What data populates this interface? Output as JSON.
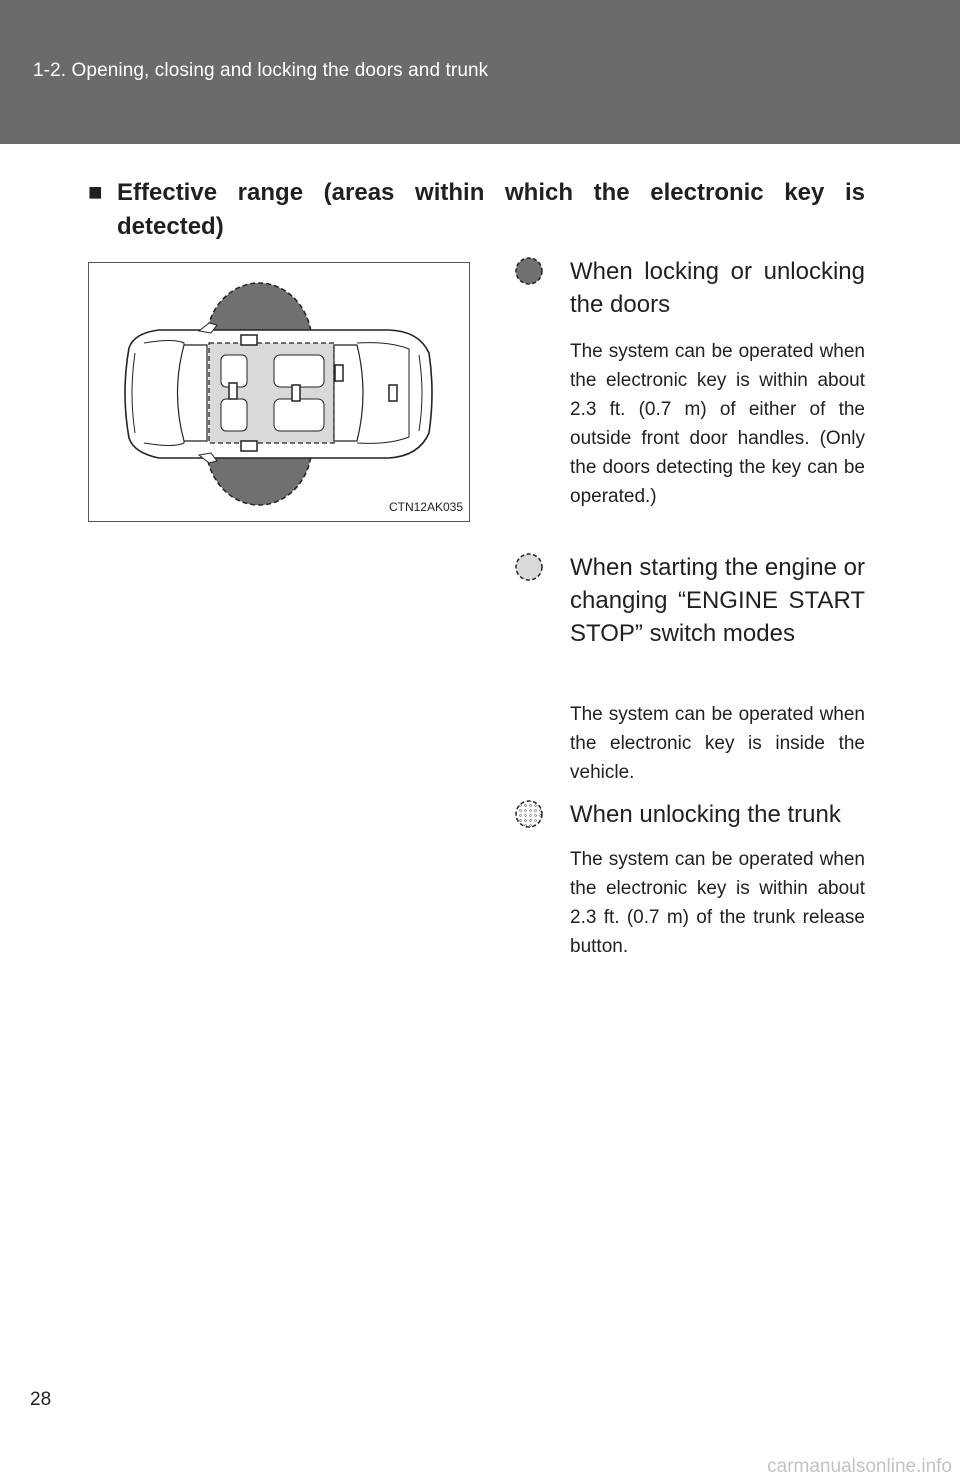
{
  "header": {
    "title": "1-2. Opening, closing and locking the doors and trunk"
  },
  "section": {
    "bullet": "■",
    "heading": "Effective range (areas within which the electronic key is detected)"
  },
  "figure": {
    "code": "CTN12AK035"
  },
  "legend": [
    {
      "icon": "solid-dark-circle-icon",
      "title": "When locking or unlocking the doors",
      "description": "The system can be operated when the electronic key is within about 2.3 ft. (0.7 m) of either of the outside front door handles. (Only the doors detecting the key can be operated.)"
    },
    {
      "icon": "light-gray-circle-icon",
      "title": "When starting the engine or changing “ENGINE START STOP” switch modes",
      "description": "The system can be operated when the electronic key is inside the vehicle."
    },
    {
      "icon": "dotted-circle-icon",
      "title": "When unlocking the trunk",
      "description": "The system can be operated when the electronic key is within about 2.3 ft. (0.7 m) of the trunk release button."
    }
  ],
  "footer": {
    "page_number": "28",
    "watermark": "carmanualsonline.info"
  },
  "colors": {
    "header_bg": "#6b6b6b",
    "door_zone": "#707070",
    "cabin_zone": "#d9d9d9",
    "trunk_zone": "#ffffff"
  }
}
